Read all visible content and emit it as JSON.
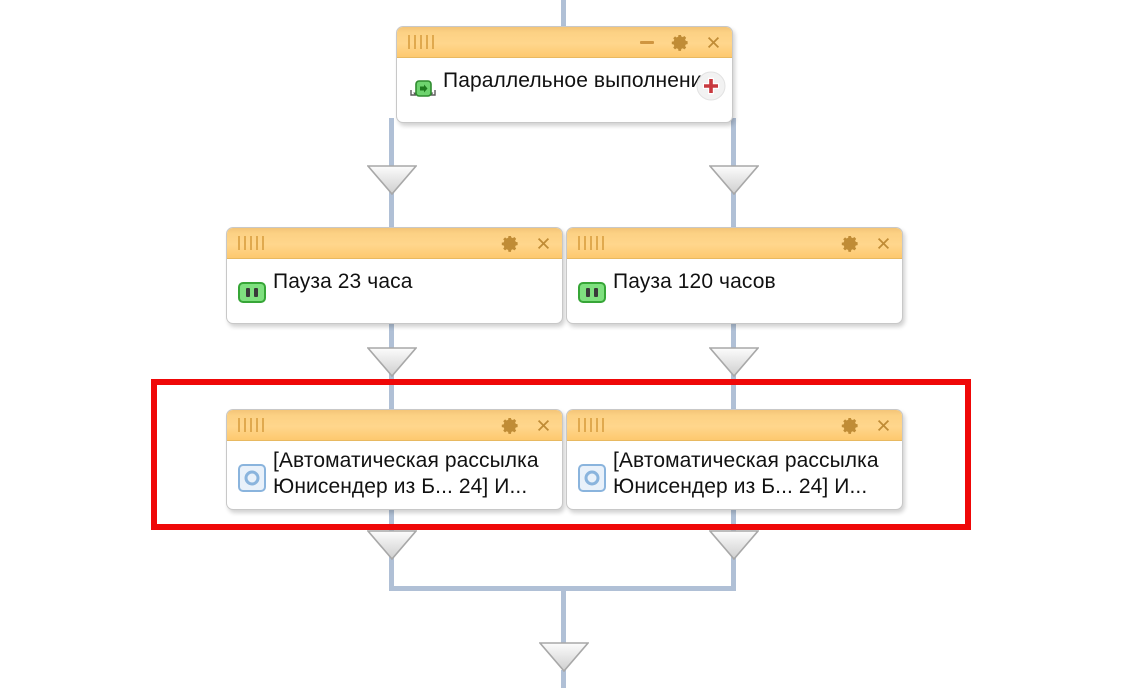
{
  "canvas": {
    "background": "#ffffff",
    "connector_color": "#b0c0d6",
    "lane_guide_color": "#d9d9d9",
    "highlight_color": "#ef0808",
    "header_gradient_top": "#f3c578",
    "header_gradient_bottom": "#fdc96f"
  },
  "nodes": [
    {
      "id": "parallel",
      "label": "Параллельное выполнение",
      "icon": "parallel-execution-icon",
      "icon_color": "#3faa3f",
      "buttons": [
        "minimize-icon",
        "gear-icon",
        "close-icon"
      ],
      "has_add_button": true,
      "add_button_icon": "plus-circle-icon",
      "add_button_color": "#c23b3b"
    },
    {
      "id": "pause-23",
      "label": "Пауза 23 часа",
      "icon": "pause-icon",
      "icon_color": "#3faa3f",
      "buttons": [
        "gear-icon",
        "close-icon"
      ],
      "has_add_button": false
    },
    {
      "id": "pause-120",
      "label": "Пауза 120 часов",
      "icon": "pause-icon",
      "icon_color": "#3faa3f",
      "buttons": [
        "gear-icon",
        "close-icon"
      ],
      "has_add_button": false
    },
    {
      "id": "mailing-left",
      "label": "[Автоматическая рассылка Юнисендер из Б... 24] И...",
      "icon": "mailing-icon",
      "icon_color": "#8ab4dd",
      "buttons": [
        "gear-icon",
        "close-icon"
      ],
      "has_add_button": false,
      "clipped": true
    },
    {
      "id": "mailing-right",
      "label": "[Автоматическая рассылка Юнисендер из Б... 24] И...",
      "icon": "mailing-icon",
      "icon_color": "#8ab4dd",
      "buttons": [
        "gear-icon",
        "close-icon"
      ],
      "has_add_button": false,
      "clipped": true
    }
  ]
}
